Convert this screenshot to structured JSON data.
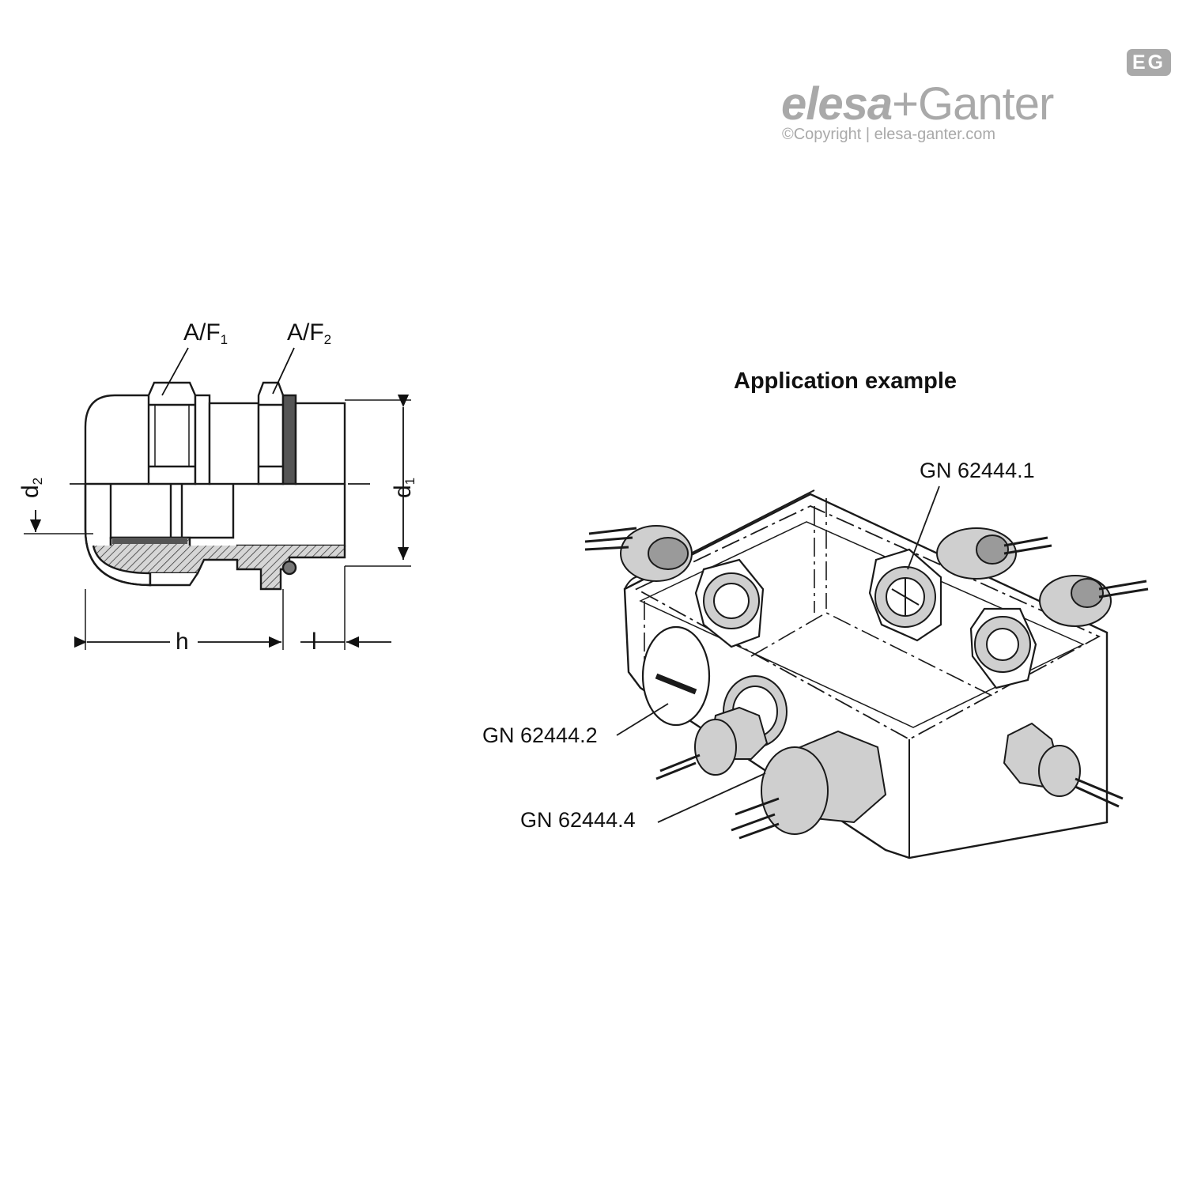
{
  "logo": {
    "brand_part1": "elesa",
    "brand_plus": "+",
    "brand_part2": "Ganter",
    "badge": "EG",
    "copyright": "©Copyright | elesa-ganter.com"
  },
  "drawing": {
    "af1": {
      "base": "A/F",
      "sub": "1"
    },
    "af2": {
      "base": "A/F",
      "sub": "2"
    },
    "d1": {
      "base": "d",
      "sub": "1"
    },
    "d2": {
      "base": "d",
      "sub": "2"
    },
    "h": "h",
    "l": "l"
  },
  "application": {
    "title": "Application example",
    "callouts": {
      "gn1": "GN 62444.1",
      "gn2": "GN 62444.2",
      "gn4": "GN 62444.4"
    }
  },
  "colors": {
    "line": "#1a1a1a",
    "shade": "#cfcfcf",
    "dark": "#555555",
    "logo_grey": "#a9a9a9"
  }
}
